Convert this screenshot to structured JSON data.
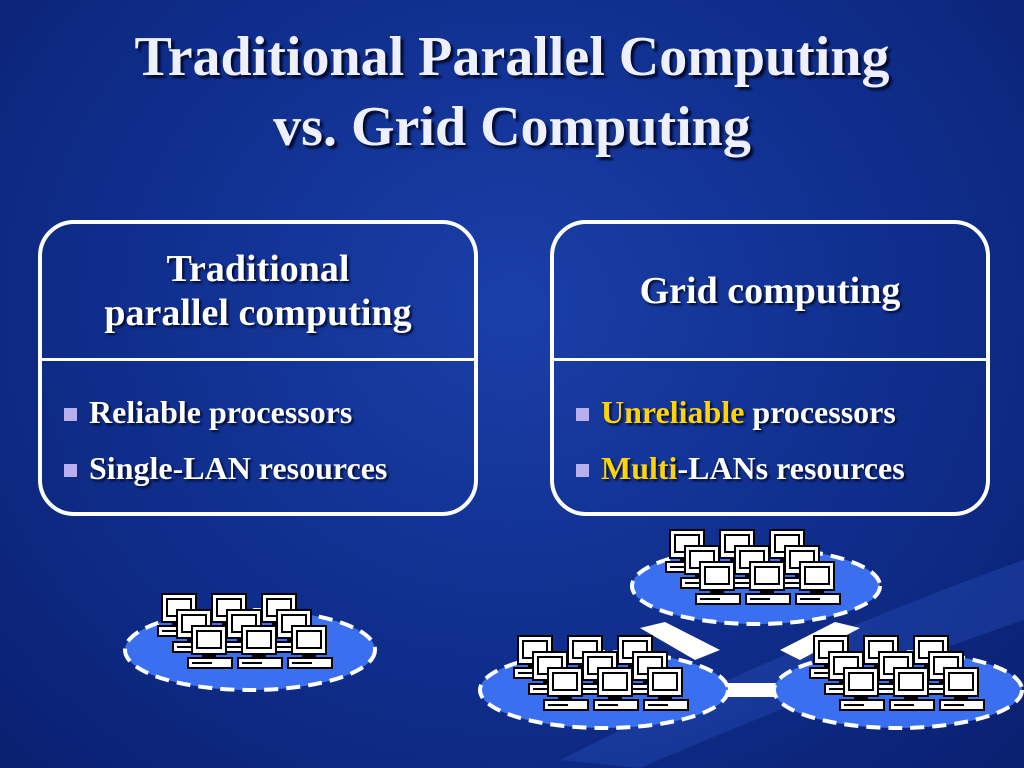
{
  "slide": {
    "title_line1": "Traditional Parallel Computing",
    "title_line2": "vs. Grid Computing"
  },
  "left_box": {
    "heading_line1": "Traditional",
    "heading_line2": "parallel computing",
    "items": [
      {
        "text": "Reliable processors"
      },
      {
        "text": "Single-LAN resources"
      }
    ]
  },
  "right_box": {
    "heading": "Grid computing",
    "items": [
      {
        "highlight": "Unreliable",
        "rest": " processors"
      },
      {
        "highlight": "Multi",
        "rest": "-LANs resources"
      }
    ]
  },
  "colors": {
    "background": "#0f2e8c",
    "highlight": "#ffd400",
    "bullet": "#b8b0ee",
    "lan_ellipse": "#3a6ff0"
  }
}
